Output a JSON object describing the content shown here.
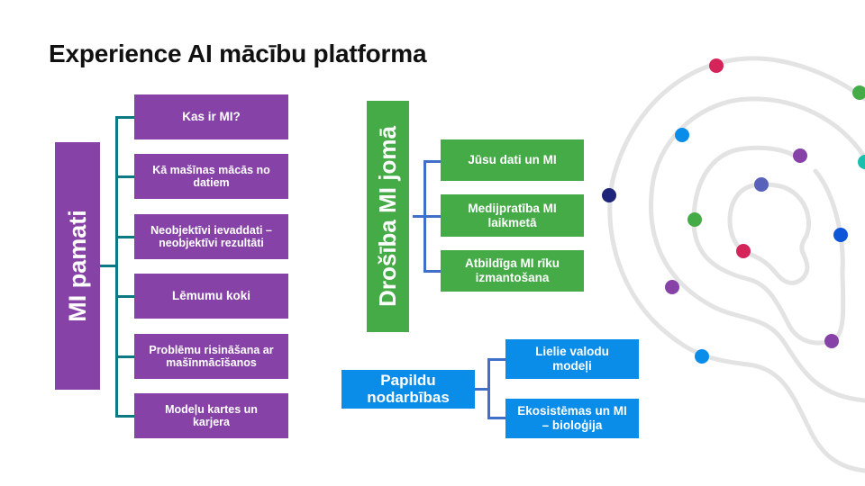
{
  "title": "Experience AI mācību platforma",
  "colors": {
    "purple": "#8742a7",
    "green": "#45ab47",
    "blue": "#0a8ce9",
    "teal_connector": "#0b7a82",
    "blue_connector": "#3f6fc6",
    "spiral": "#e3e3e3"
  },
  "groups": [
    {
      "label": "MI pamati",
      "color": "purple",
      "items": [
        "Kas ir MI?",
        "Kā mašīnas mācās no datiem",
        "Neobjektīvi ievaddati – neobjektīvi rezultāti",
        "Lēmumu koki",
        "Problēmu risināšana ar mašīnmācīšanos",
        "Modeļu kartes un karjera"
      ]
    },
    {
      "label": "Drošība MI jomā",
      "color": "green",
      "items": [
        "Jūsu dati un MI",
        "Medijpratība MI laikmetā",
        "Atbildīga MI rīku izmantošana"
      ]
    },
    {
      "label": "Papildu nodarbības",
      "color": "blue",
      "items": [
        "Lielie valodu modeļi",
        "Ekosistēmas un MI – bioloģija"
      ]
    }
  ],
  "decoration": {
    "icon": "brain-spiral-icon",
    "dot_colors": [
      "#d4245a",
      "#45ab47",
      "#0a8ce9",
      "#1d2479",
      "#8742a7",
      "#1abfae",
      "#5862bb",
      "#0d56d8"
    ]
  }
}
